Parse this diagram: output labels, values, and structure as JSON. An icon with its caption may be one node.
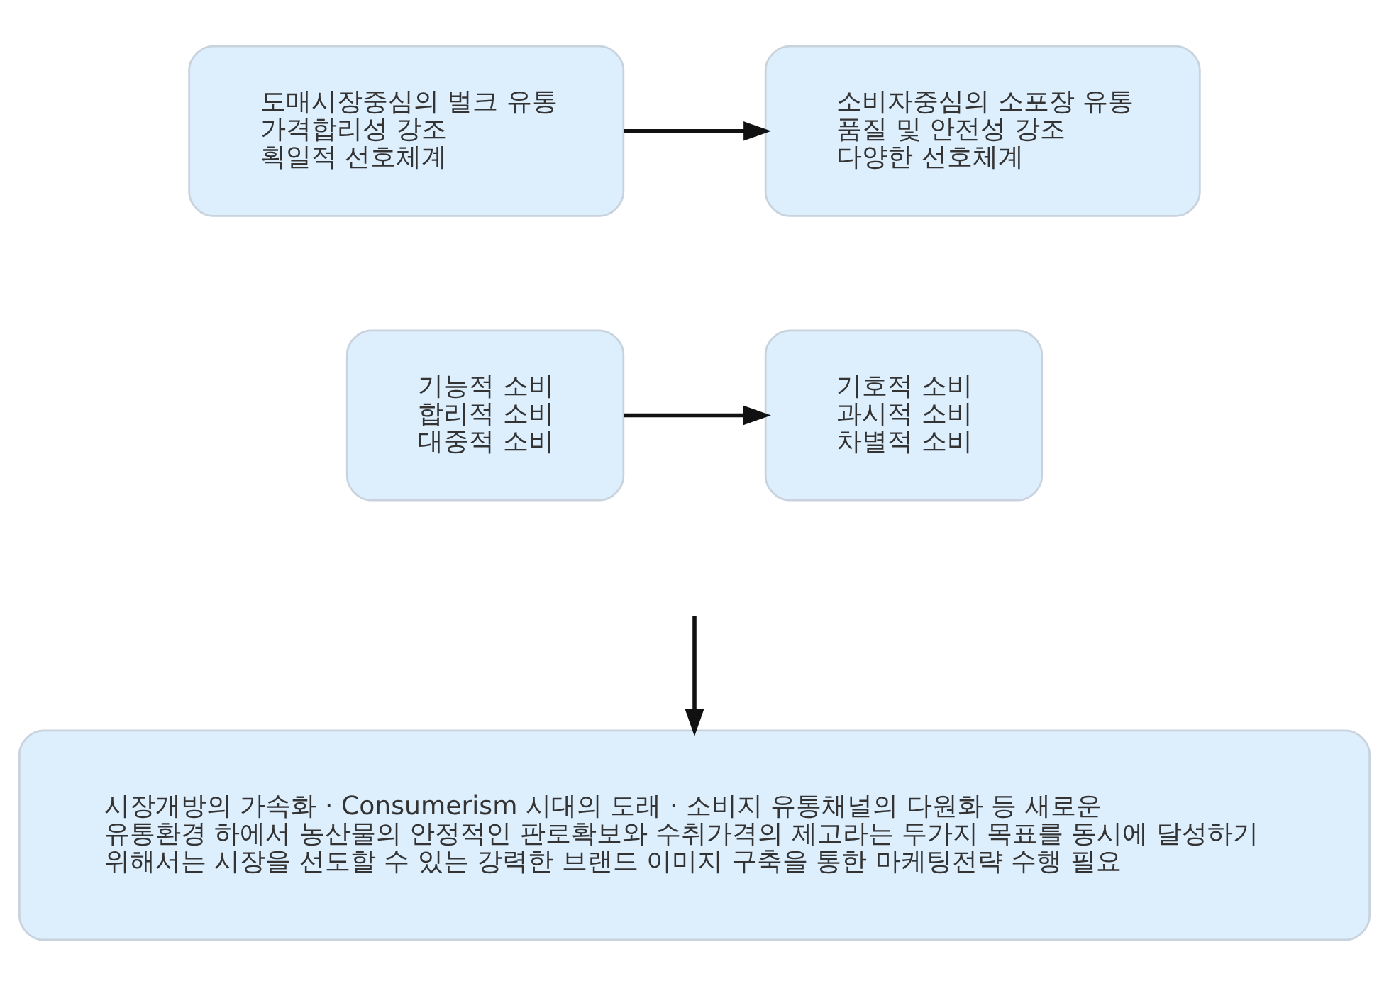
{
  "diagram": {
    "nodes": [
      {
        "text": [
          "도매시장중심의 벌크 유통",
          "가격합리성 강조",
          "획일적 선호체계"
        ]
      },
      {
        "text": [
          "소비자중심의 소포장 유통",
          "품질 및 안전성 강조",
          "다양한 선호체계"
        ]
      },
      {
        "text": [
          "기능적 소비",
          "합리적 소비",
          "대중적 소비"
        ]
      },
      {
        "text": [
          "기호적 소비",
          "과시적 소비",
          "차별적 소비"
        ]
      },
      {
        "text": [
          "시장개방의 가속화 · Consumerism 시대의 도래 · 소비지 유통채널의 다원화 등 새로운 유통환경 하에서 농산물의 안정적인 판로확보와 수취가격의 제고라는 두가지 목표를 동시에 달성하기 위해서는 시장을 선도할 수 있는 강력한 브랜드 이미지 구축을 통한 마케팅전략 수행 필요"
        ]
      }
    ],
    "edges": [
      {
        "from": 0,
        "to": 1,
        "arrow": "to"
      },
      {
        "from": 2,
        "to": 3,
        "arrow": "to"
      },
      {
        "from": null,
        "to": 4,
        "arrow": "to"
      }
    ]
  }
}
